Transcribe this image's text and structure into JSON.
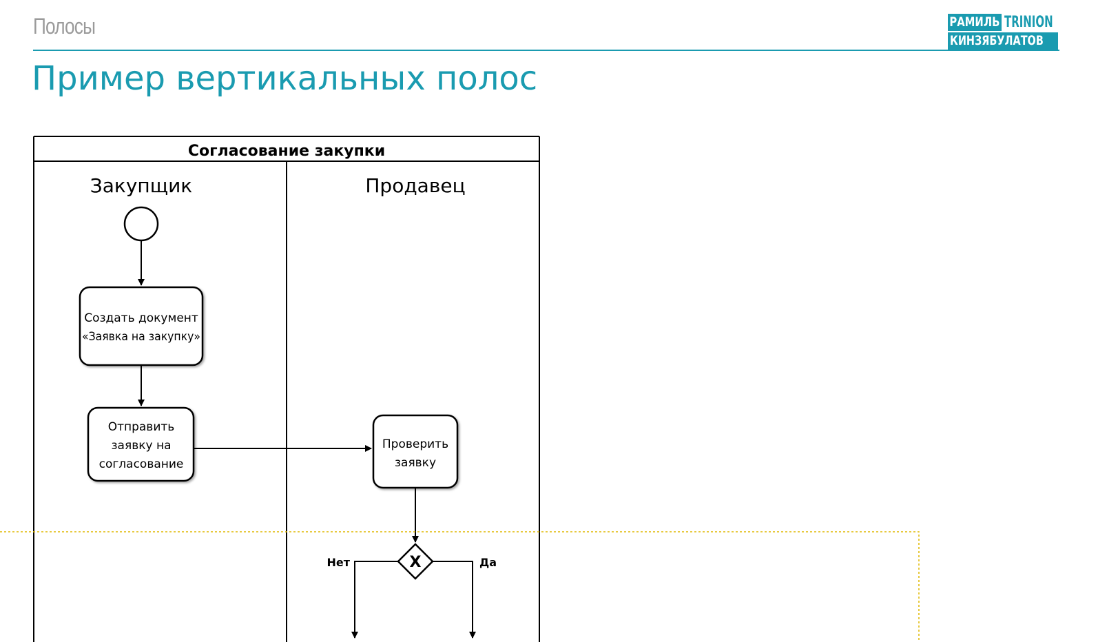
{
  "header": {
    "section": "Полосы",
    "title": "Пример вертикальных полос"
  },
  "logo": {
    "line1_part1": "РАМИЛЬ",
    "line1_part2": "TRINION",
    "line2": "КИНЗЯБУЛАТОВ"
  },
  "diagram": {
    "pool_title": "Согласование закупки",
    "lanes": [
      "Закупщик",
      "Продавец"
    ],
    "tasks": {
      "create_doc": [
        "Создать документ",
        "«Заявка на закупку»"
      ],
      "send_request": [
        "Отправить",
        "заявку на",
        "согласование"
      ],
      "check_request": [
        "Проверить",
        "заявку"
      ]
    },
    "gateway": {
      "symbol": "X",
      "no_label": "Нет",
      "yes_label": "Да"
    }
  },
  "colors": {
    "accent": "#1a9bb0",
    "section_gray": "#9a9a9a",
    "highlight_dashed": "#e0b800"
  }
}
